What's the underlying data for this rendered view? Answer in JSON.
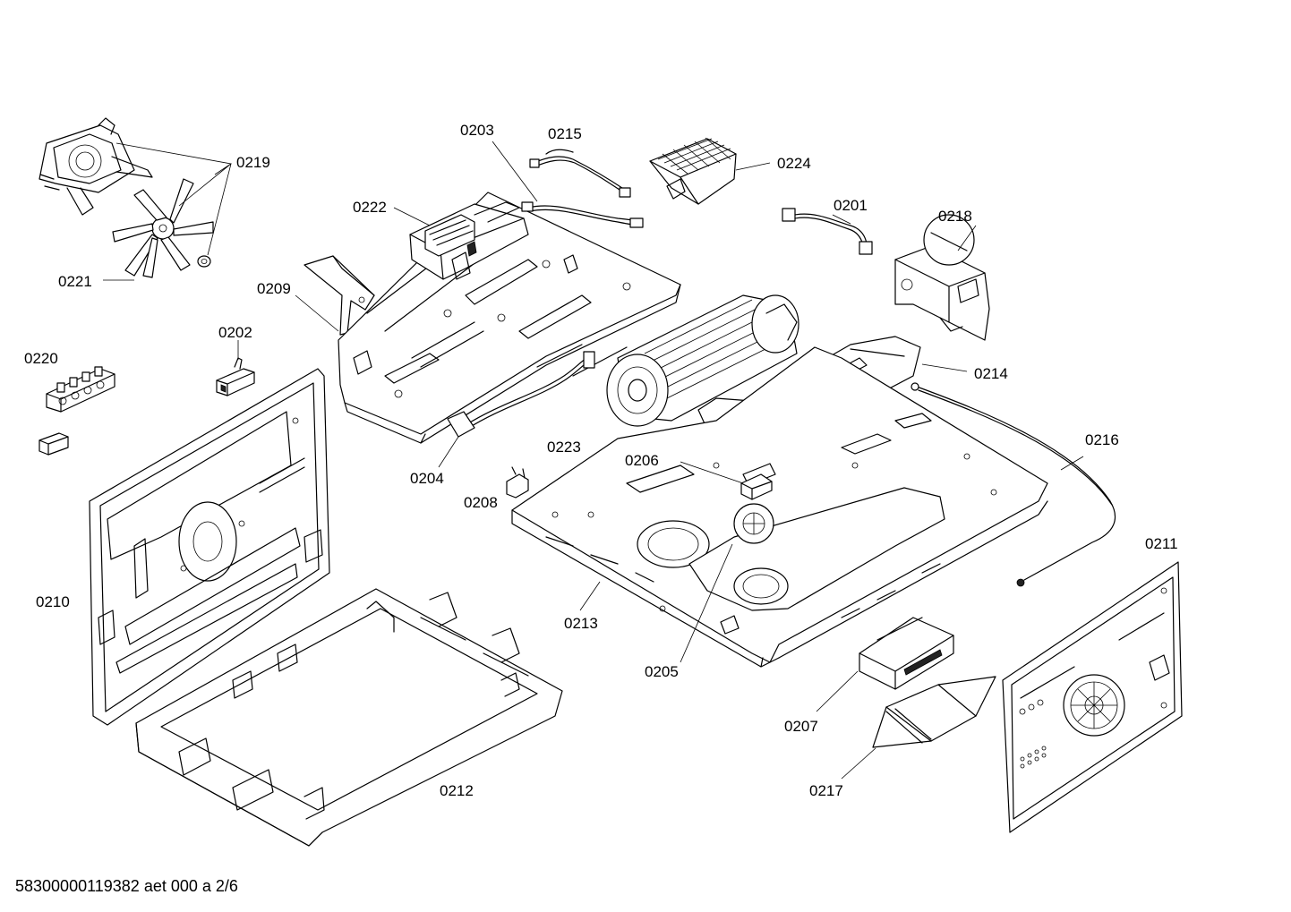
{
  "callouts": {
    "c0201": "0201",
    "c0202": "0202",
    "c0203": "0203",
    "c0204": "0204",
    "c0205": "0205",
    "c0206": "0206",
    "c0207": "0207",
    "c0208": "0208",
    "c0209": "0209",
    "c0210": "0210",
    "c0211": "0211",
    "c0212": "0212",
    "c0213": "0213",
    "c0214": "0214",
    "c0215": "0215",
    "c0216": "0216",
    "c0217": "0217",
    "c0218": "0218",
    "c0219": "0219",
    "c0220": "0220",
    "c0221": "0221",
    "c0222": "0222",
    "c0223": "0223",
    "c0224": "0224"
  },
  "footer": {
    "document_code": "58300000119382 aet 000 a 2/6"
  },
  "style": {
    "line_color": "#000000",
    "background_color": "#ffffff"
  }
}
